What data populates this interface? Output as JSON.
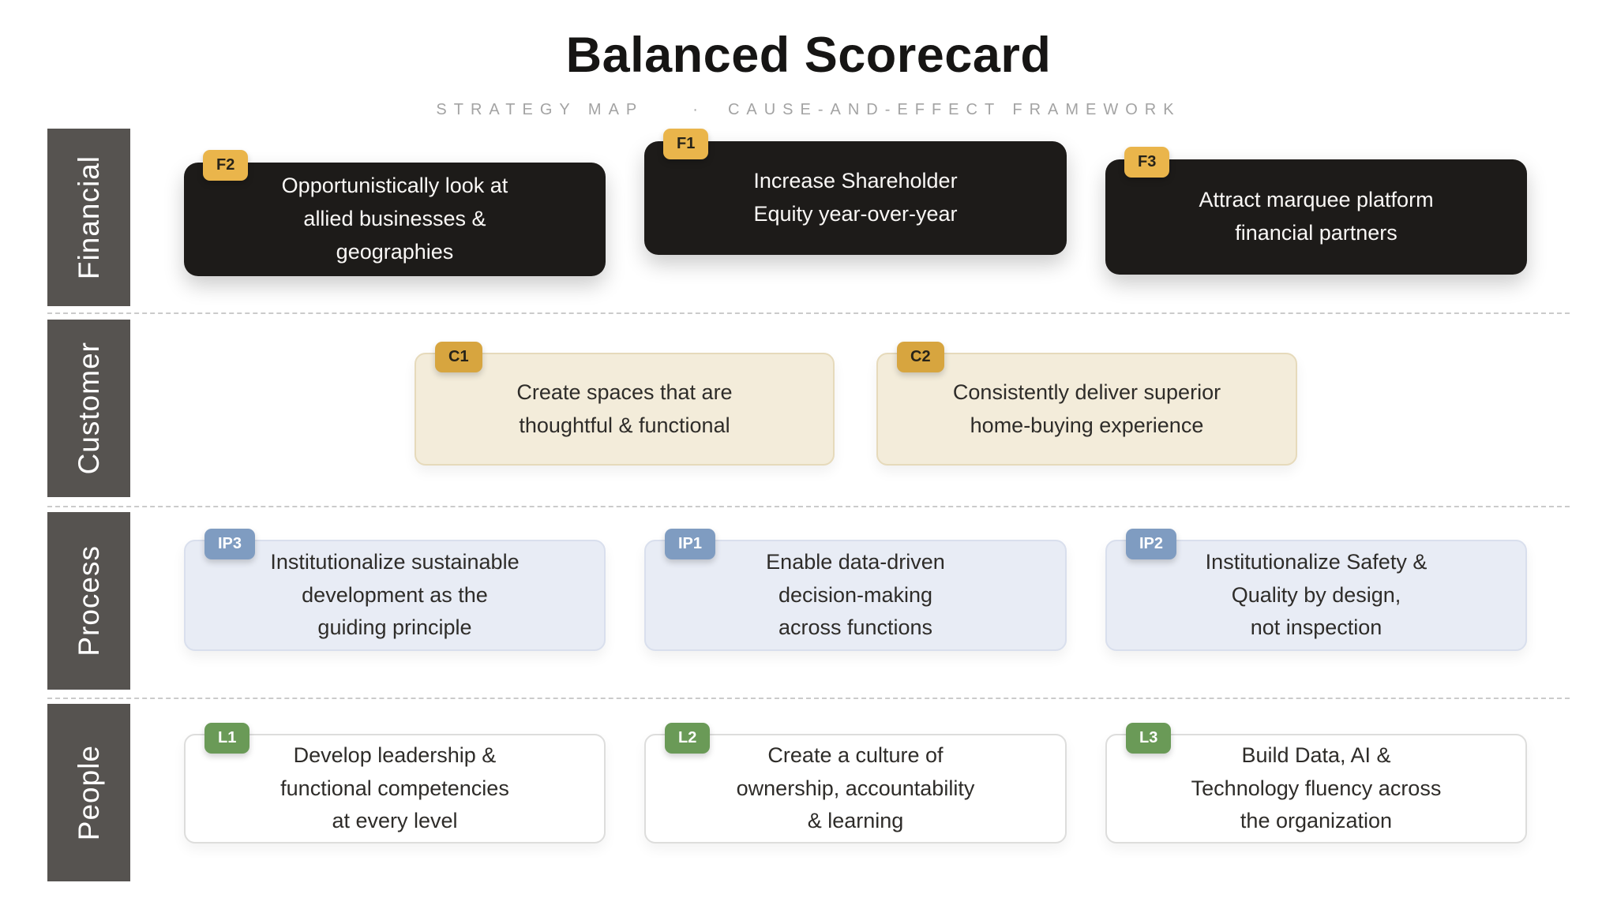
{
  "header": {
    "title": "Balanced Scorecard",
    "subtitle_left": "STRATEGY MAP",
    "subtitle_separator": "·",
    "subtitle_right": "CAUSE-AND-EFFECT FRAMEWORK"
  },
  "colors": {
    "dark_card": "#1d1b19",
    "cream_card": "#f3ecda",
    "blue_card": "#e8ecf5",
    "white_card": "#ffffff",
    "badge_gold_bright": "#eab54b",
    "badge_gold_deep": "#d7a53f",
    "badge_steel_blue": "#7f9cc1",
    "badge_green": "#6a9a57",
    "sidebar": "#565350",
    "subtitle_gray": "#a3a3a3"
  },
  "rows": [
    {
      "label": "Financial",
      "cards": [
        {
          "badge": "F2",
          "text": "Opportunistically look at\nallied businesses &\ngeographies"
        },
        {
          "badge": "F1",
          "text": "Increase Shareholder\nEquity year-over-year"
        },
        {
          "badge": "F3",
          "text": "Attract marquee platform\nfinancial partners"
        }
      ]
    },
    {
      "label": "Customer",
      "cards": [
        {
          "badge": "C1",
          "text": "Create spaces that are\nthoughtful & functional"
        },
        {
          "badge": "C2",
          "text": "Consistently deliver superior\nhome-buying experience"
        }
      ]
    },
    {
      "label": "Process",
      "cards": [
        {
          "badge": "IP3",
          "text": "Institutionalize sustainable\ndevelopment as the\nguiding principle"
        },
        {
          "badge": "IP1",
          "text": "Enable data-driven\ndecision-making\nacross functions"
        },
        {
          "badge": "IP2",
          "text": "Institutionalize Safety &\nQuality by design,\nnot inspection"
        }
      ]
    },
    {
      "label": "People",
      "cards": [
        {
          "badge": "L1",
          "text": "Develop leadership &\nfunctional competencies\nat every level"
        },
        {
          "badge": "L2",
          "text": "Create a culture of\nownership, accountability\n& learning"
        },
        {
          "badge": "L3",
          "text": "Build Data, AI &\nTechnology fluency across\nthe organization"
        }
      ]
    }
  ]
}
